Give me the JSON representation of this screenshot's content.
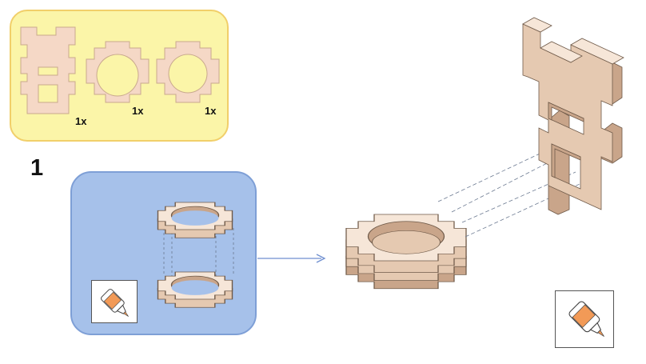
{
  "parts_panel": {
    "quantities": [
      "1x",
      "1x",
      "1x"
    ],
    "colors": {
      "fill": "#fbf5a8",
      "border": "#f1cf6a",
      "part": "#f5d8c6",
      "part_edge": "#c9a98e"
    }
  },
  "step": {
    "number": "1",
    "panel_colors": {
      "fill": "#a6c1ea",
      "border": "#7e9fd6"
    },
    "glue_icon": "glue-bottle-icon"
  },
  "assembly": {
    "arrow_icon": "arrow-right-icon",
    "glue_icon": "glue-bottle-icon",
    "wood_colors": {
      "top": "#f6e6d8",
      "front": "#e5c9b1",
      "side": "#c9a58a",
      "edge": "#6f5a49"
    }
  }
}
